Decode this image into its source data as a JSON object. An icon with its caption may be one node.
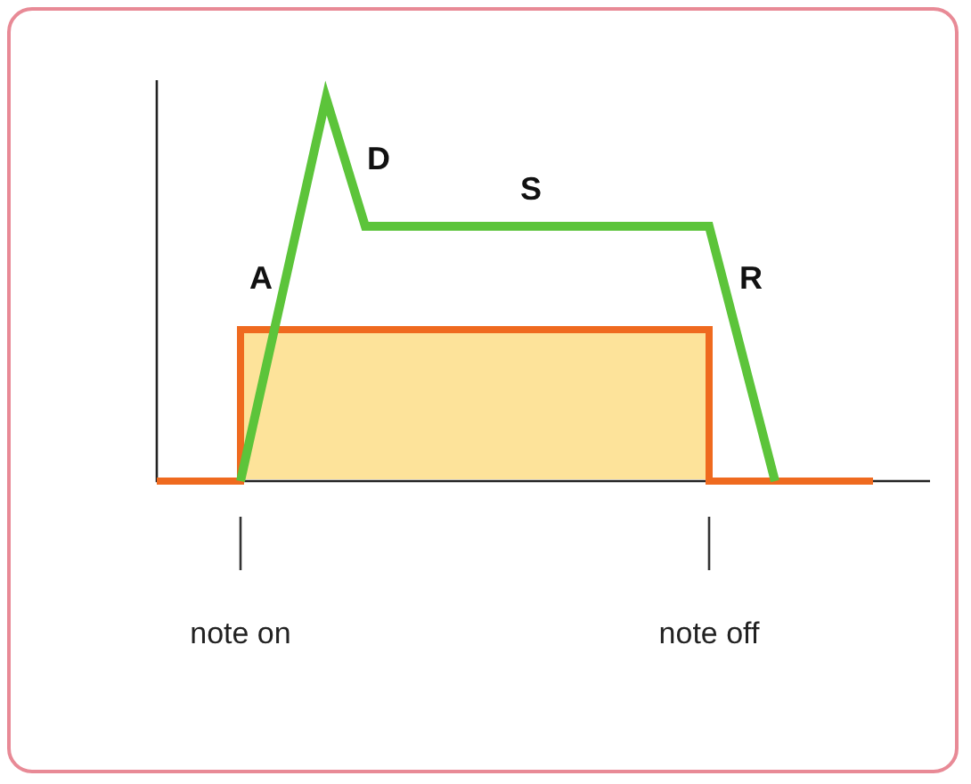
{
  "diagram": {
    "labels": [
      "A",
      "D",
      "S",
      "R",
      "note on",
      "note off"
    ]
  }
}
